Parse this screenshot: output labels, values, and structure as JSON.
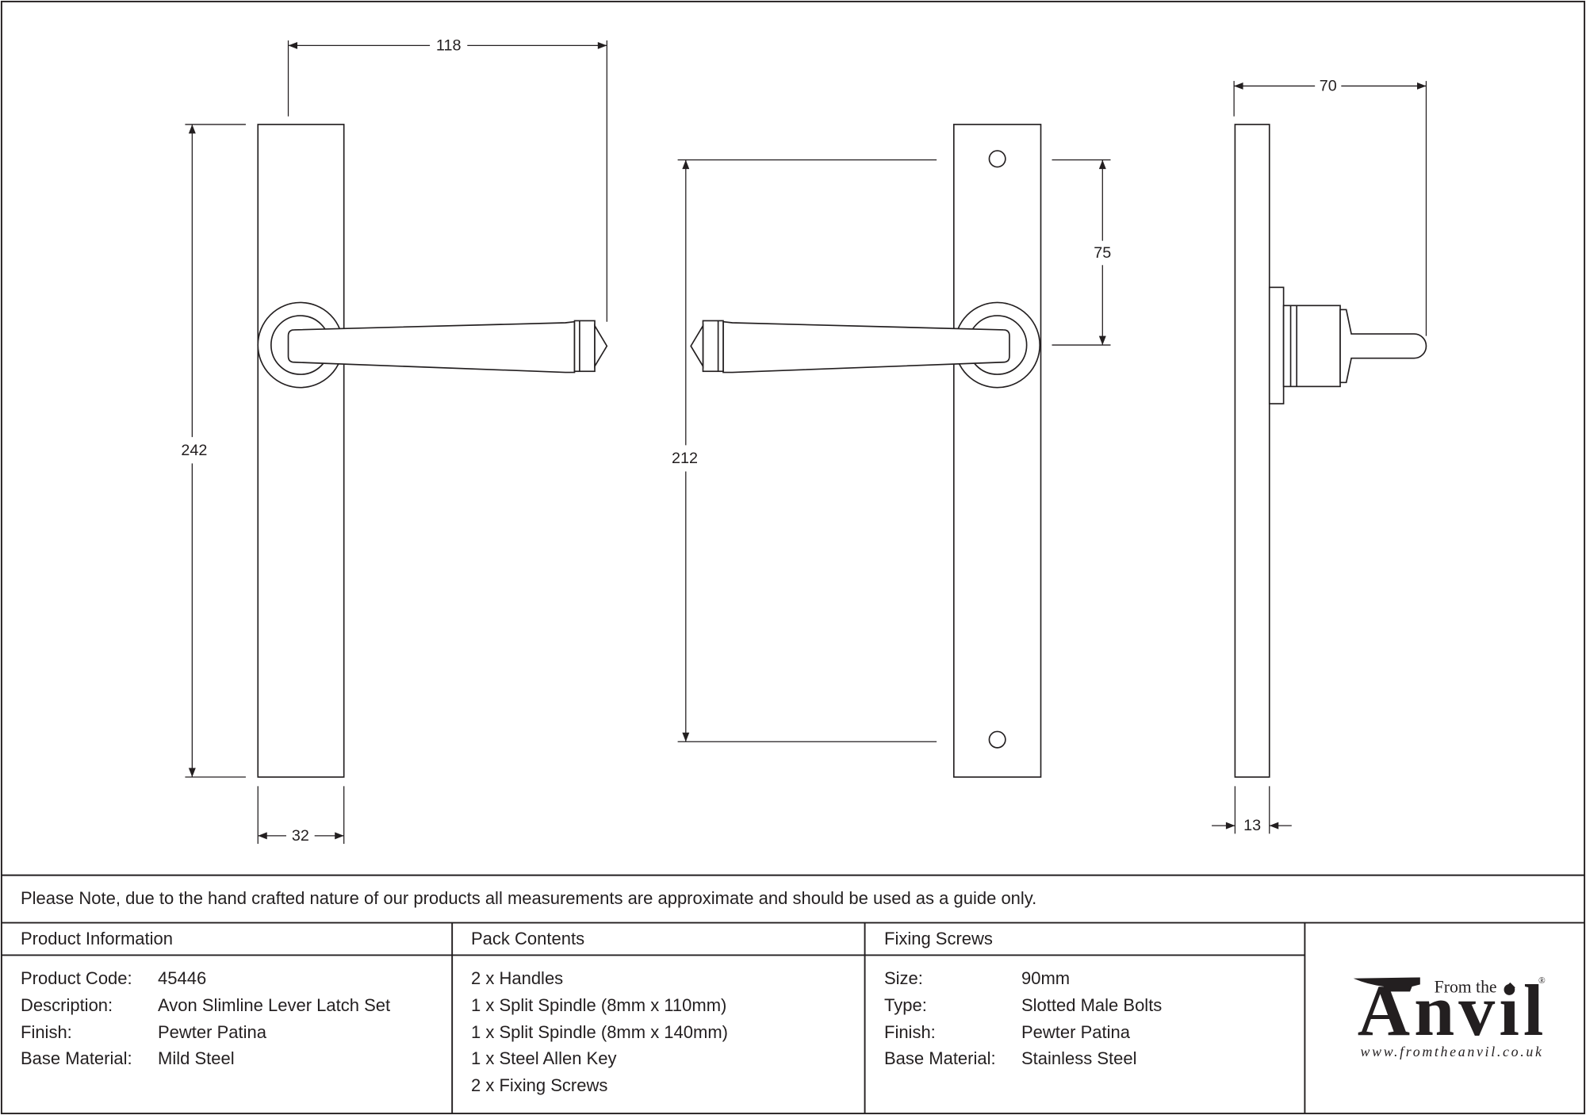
{
  "drawing": {
    "dimensions": {
      "front_overall_projection": "118",
      "front_plate_height": "242",
      "front_plate_width": "32",
      "back_fixing_centres": "212",
      "back_fixing_to_spindle": "75",
      "side_projection": "70",
      "side_plate_thickness": "13"
    }
  },
  "note": "Please Note, due to the hand crafted nature of our products all measurements are approximate and should be used as a guide only.",
  "product_information": {
    "heading": "Product Information",
    "rows": [
      {
        "label": "Product Code:",
        "value": "45446"
      },
      {
        "label": "Description:",
        "value": "Avon Slimline Lever Latch Set"
      },
      {
        "label": "Finish:",
        "value": "Pewter Patina"
      },
      {
        "label": "Base Material:",
        "value": "Mild Steel"
      }
    ]
  },
  "pack_contents": {
    "heading": "Pack Contents",
    "items": [
      "2 x Handles",
      "1 x Split Spindle (8mm x 110mm)",
      "1 x Split Spindle (8mm x 140mm)",
      "1 x Steel Allen Key",
      "2 x Fixing Screws"
    ]
  },
  "fixing_screws": {
    "heading": "Fixing Screws",
    "rows": [
      {
        "label": "Size:",
        "value": "90mm"
      },
      {
        "label": "Type:",
        "value": "Slotted Male Bolts"
      },
      {
        "label": "Finish:",
        "value": "Pewter Patina"
      },
      {
        "label": "Base Material:",
        "value": "Stainless Steel"
      }
    ]
  },
  "logo": {
    "from_the": "From the",
    "name": "Anvil",
    "registered": "®",
    "url": "www.fromtheanvil.co.uk",
    "icon": "anvil-icon"
  },
  "colors": {
    "line": "#231f20",
    "background": "#ffffff"
  }
}
